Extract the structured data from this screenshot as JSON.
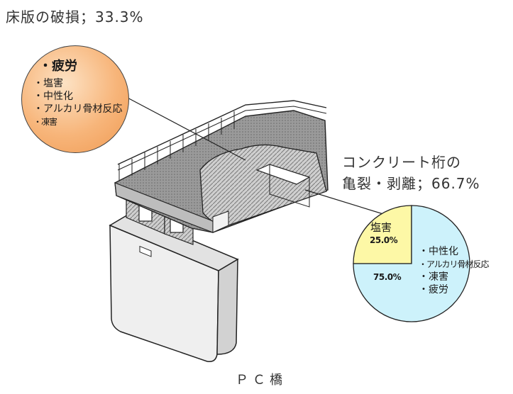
{
  "titles": {
    "deck": "床版の破損；33.3%",
    "girder_line1": "コンクリート桁の",
    "girder_line2": "亀裂・剥離；66.7%",
    "footer": "ＰＣ橋"
  },
  "deck_bubble": {
    "heading": "・疲労",
    "items": [
      "・塩害",
      "・中性化",
      "・アルカリ骨材反応",
      "・凍害"
    ],
    "color": "#f7b57a"
  },
  "girder_pie": {
    "slices": [
      {
        "label": "塩害",
        "percent_text": "25.0%",
        "value": 25.0,
        "color": "#fdf8a6"
      },
      {
        "label": "",
        "percent_text": "75.0%",
        "value": 75.0,
        "color": "#cdf2fb"
      }
    ],
    "items": [
      "・中性化",
      "・アルカリ骨材反応",
      "・凍害",
      "・疲労"
    ]
  },
  "colors": {
    "line": "#222222",
    "deck_surface": "#8c8c8c",
    "concrete": "#d9d9d9",
    "pier": "#efefef"
  }
}
